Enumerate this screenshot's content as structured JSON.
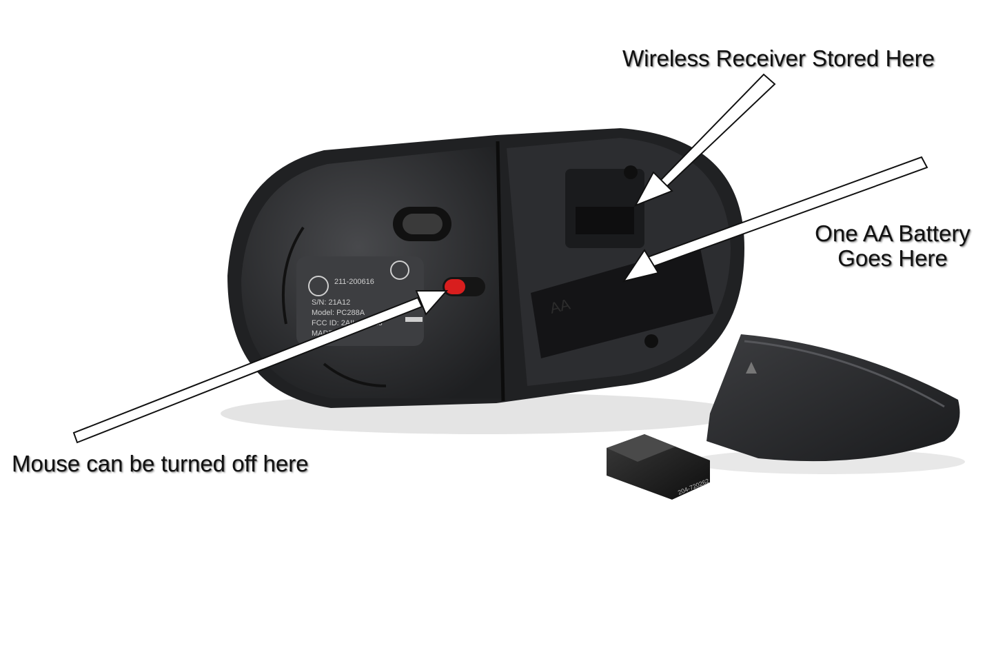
{
  "callouts": {
    "receiver": "Wireless Receiver Stored Here",
    "battery_line1": "One AA Battery",
    "battery_line2": "Goes  Here",
    "switch": "Mouse can be turned off here"
  },
  "mouse_label": {
    "code": "211-200616",
    "sn": "S/N: 21A12",
    "model": "Model: PC288A",
    "fcc": "FCC ID: 2AIL4-PC28",
    "made": "MADE IN"
  },
  "battery_marking": "AA",
  "dongle_label": "204-720262",
  "colors": {
    "mouse_body": "#2a2b2d",
    "mouse_shell": "#1c1d1f",
    "switch_red": "#d81e1e",
    "arrow_fill": "#ffffff",
    "arrow_stroke": "#111111"
  }
}
